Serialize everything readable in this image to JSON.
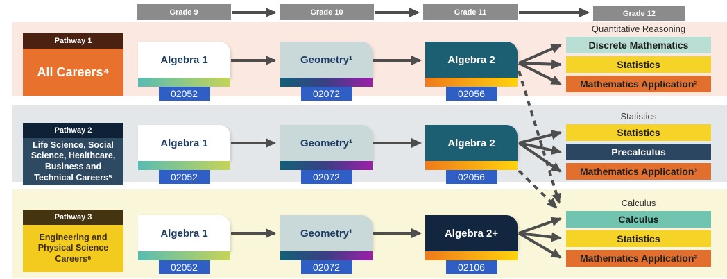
{
  "grade_header": {
    "grades": [
      "Grade 9",
      "Grade 10",
      "Grade 11",
      "Grade 12"
    ]
  },
  "rows": [
    {
      "pathway": {
        "label": "Pathway 1",
        "title": "All Careers⁴"
      },
      "courses": [
        {
          "name": "Algebra 1",
          "code": "02052"
        },
        {
          "name": "Geometry¹",
          "code": "02072"
        },
        {
          "name": "Algebra 2",
          "code": "02056"
        }
      ],
      "grade12": {
        "label": "Quantitative Reasoning",
        "bars": [
          {
            "name": "Discrete Mathematics"
          },
          {
            "name": "Statistics"
          },
          {
            "name": "Mathematics Application²"
          }
        ]
      }
    },
    {
      "pathway": {
        "label": "Pathway 2",
        "title": "Life Science, Social Science, Healthcare, Business and Technical Careers⁵"
      },
      "courses": [
        {
          "name": "Algebra 1",
          "code": "02052"
        },
        {
          "name": "Geometry¹",
          "code": "02072"
        },
        {
          "name": "Algebra 2",
          "code": "02056"
        }
      ],
      "grade12": {
        "label": "Statistics",
        "bars": [
          {
            "name": "Statistics"
          },
          {
            "name": "Precalculus"
          },
          {
            "name": "Mathematics Application³"
          }
        ]
      }
    },
    {
      "pathway": {
        "label": "Pathway 3",
        "title": "Engineering and Physical Science Careers⁶"
      },
      "courses": [
        {
          "name": "Algebra 1",
          "code": "02052"
        },
        {
          "name": "Geometry¹",
          "code": "02072"
        },
        {
          "name": "Algebra 2+",
          "code": "02106"
        }
      ],
      "grade12": {
        "label": "Calculus",
        "bars": [
          {
            "name": "Calculus"
          },
          {
            "name": "Statistics"
          },
          {
            "name": "Mathematics Application³"
          }
        ]
      }
    }
  ],
  "colors": {
    "row1_bg": "#fbe9e1",
    "row2_bg": "#e4e7ea",
    "row3_bg": "#faf6da",
    "grade_box": "#8b8b8b",
    "arrow": "#4d4d4d",
    "code_badge_blue": "#2f5fc5",
    "pathway1_header": "#4b2112",
    "pathway1_body": "#e8722d",
    "pathway2_header": "#0e2137",
    "pathway2_body": "#2e4a63",
    "pathway3_header": "#443510",
    "pathway3_body": "#f3ca1e",
    "algebra2_card": "#1d5f72",
    "algebra2plus_card": "#13263f",
    "geometry_card": "#c9d8d9",
    "bar_mint": "#b9dfd4",
    "bar_yellow": "#f6d327",
    "bar_orange": "#e26f2e",
    "bar_navy": "#2b4660",
    "bar_teal": "#70c4b0"
  }
}
